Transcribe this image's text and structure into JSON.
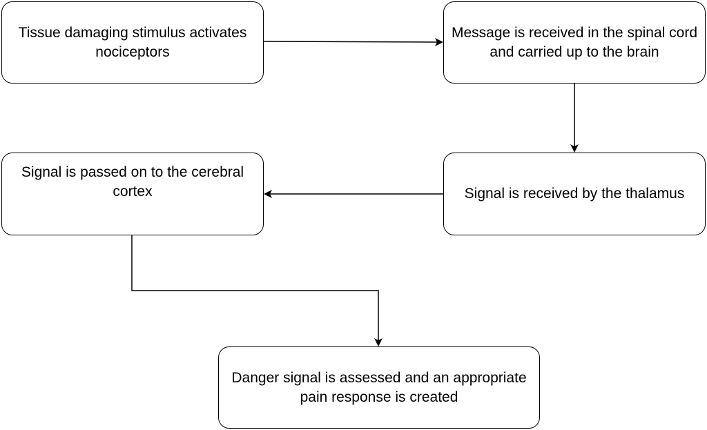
{
  "diagram": {
    "nodes": [
      {
        "id": "stimulus",
        "label": "Tissue damaging stimulus activates nociceptors"
      },
      {
        "id": "spinal_cord",
        "label": "Message is received in the spinal cord and carried up to the brain"
      },
      {
        "id": "thalamus",
        "label": "Signal is received by the thalamus"
      },
      {
        "id": "cortex",
        "label": "Signal is passed on to the cerebral cortex"
      },
      {
        "id": "response",
        "label": "Danger signal is assessed and an appropriate pain response is created"
      }
    ],
    "edges": [
      {
        "from": "stimulus",
        "to": "spinal_cord"
      },
      {
        "from": "spinal_cord",
        "to": "thalamus"
      },
      {
        "from": "thalamus",
        "to": "cortex"
      },
      {
        "from": "cortex",
        "to": "response"
      }
    ],
    "colors": {
      "stroke": "#000000",
      "fill": "#ffffff",
      "text": "#000000"
    }
  }
}
